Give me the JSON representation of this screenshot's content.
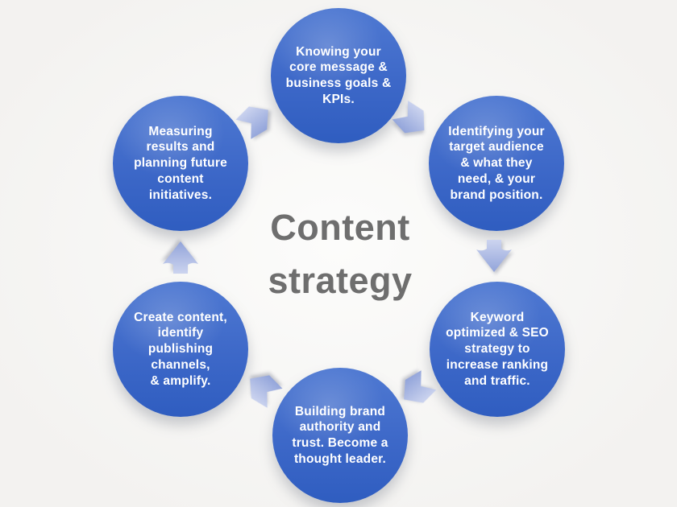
{
  "colors": {
    "bg-center": "#fcfcfb",
    "bg-edge": "#f3f2f0",
    "circle-top": "#4f79d2",
    "circle-mid": "#3d68c8",
    "circle-bottom": "#2f5dc0",
    "circle-text": "#ffffff",
    "title": "#6e6e6e",
    "arrow-light": "#ccd4ef",
    "arrow-dark": "#92a4da"
  },
  "title": {
    "text": "Content\nstrategy"
  },
  "steps": [
    {
      "name": "knowing-core-message",
      "label": "Knowing your\ncore message &\nbusiness goals &\nKPIs."
    },
    {
      "name": "identifying-audience",
      "label": "Identifying your\ntarget audience\n& what they\nneed, & your\nbrand position."
    },
    {
      "name": "keyword-seo",
      "label": "Keyword\noptimized & SEO\nstrategy to\nincrease ranking\nand traffic."
    },
    {
      "name": "building-authority",
      "label": "Building brand\nauthority and\ntrust. Become a\nthought leader."
    },
    {
      "name": "create-content",
      "label": "Create content,\nidentify\npublishing\nchannels,\n& amplify."
    },
    {
      "name": "measuring-results",
      "label": "Measuring\nresults and\nplanning future\ncontent\ninitiatives."
    }
  ],
  "arrows": [
    {
      "from": "measuring-results",
      "to": "knowing-core-message",
      "direction": "up-right"
    },
    {
      "from": "knowing-core-message",
      "to": "identifying-audience",
      "direction": "down-right"
    },
    {
      "from": "identifying-audience",
      "to": "keyword-seo",
      "direction": "down"
    },
    {
      "from": "keyword-seo",
      "to": "building-authority",
      "direction": "down-left"
    },
    {
      "from": "building-authority",
      "to": "create-content",
      "direction": "up-left"
    },
    {
      "from": "create-content",
      "to": "measuring-results",
      "direction": "up"
    }
  ]
}
